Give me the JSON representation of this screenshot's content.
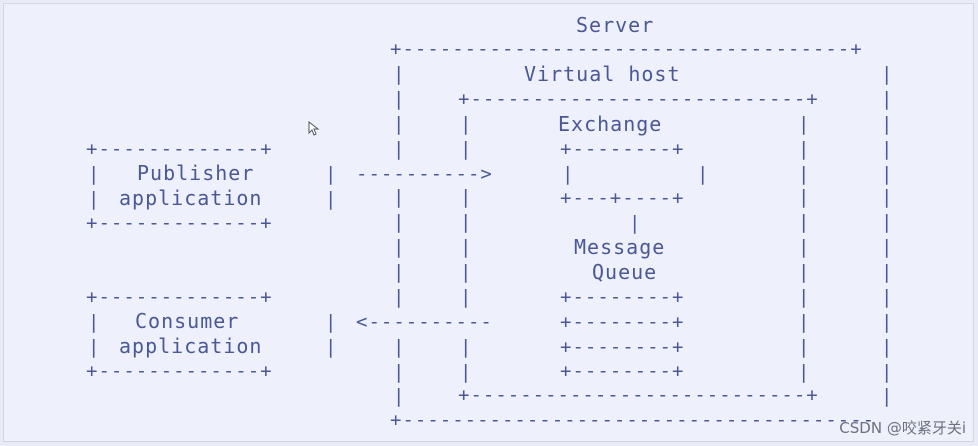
{
  "diagram": {
    "server_label": "Server",
    "vhost_label": "Virtual host",
    "exchange_label": "Exchange",
    "queue_label_line1": "Message",
    "queue_label_line2": "Queue",
    "publisher_line1": "Publisher",
    "publisher_line2": "application",
    "consumer_line1": "Consumer",
    "consumer_line2": "application",
    "publish_arrow": "---------->",
    "consume_arrow": "<----------"
  },
  "watermark": "CSDN @咬紧牙关i",
  "colors": {
    "ink": "#4a5896",
    "background": "#eef1fb"
  }
}
